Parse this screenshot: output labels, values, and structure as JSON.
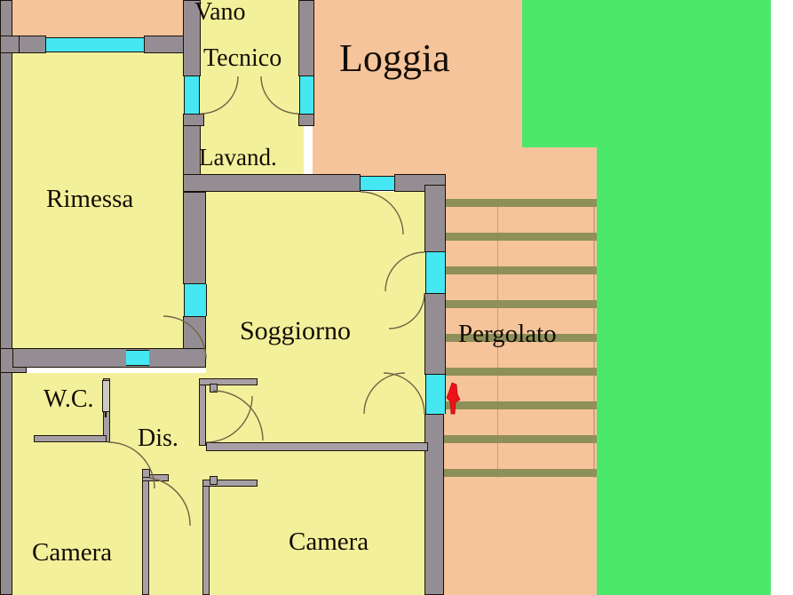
{
  "document": {
    "kind": "architectural-floor-plan",
    "language": "it"
  },
  "palette": {
    "interior_yellow": "#f3f09b",
    "terrace_orange": "#f6c49a",
    "garden_green": "#4ce86c",
    "wall_gray": "#948e94",
    "window_cyan": "#44e7f2",
    "pergola_slat": "#8e9059",
    "marker_red": "#ee1118",
    "outline_black": "#16100a"
  },
  "rooms": [
    {
      "id": "rimessa",
      "label": "Rimessa",
      "fill": "interior_yellow"
    },
    {
      "id": "vano-tecnico",
      "label": "Vano\nTecnico",
      "line1": "Vano",
      "line2": "Tecnico",
      "fill": "interior_yellow"
    },
    {
      "id": "lavanderia",
      "label": "Lavand.",
      "fill": "interior_yellow"
    },
    {
      "id": "loggia",
      "label": "Loggia",
      "fill": "terrace_orange"
    },
    {
      "id": "soggiorno",
      "label": "Soggiorno",
      "fill": "interior_yellow"
    },
    {
      "id": "pergolato",
      "label": "Pergolato",
      "fill": "terrace_orange"
    },
    {
      "id": "wc",
      "label": "W.C.",
      "fill": "interior_yellow"
    },
    {
      "id": "disimpegno",
      "label": "Dis.",
      "fill": "interior_yellow"
    },
    {
      "id": "camera-1",
      "label": "Camera",
      "fill": "interior_yellow"
    },
    {
      "id": "camera-2",
      "label": "Camera",
      "fill": "interior_yellow"
    }
  ],
  "labels": {
    "rimessa": "Rimessa",
    "vano": "Vano",
    "tecnico": "Tecnico",
    "lavand": "Lavand.",
    "loggia": "Loggia",
    "soggiorno": "Soggiorno",
    "pergolato": "Pergolato",
    "wc": "W.C.",
    "dis": "Dis.",
    "camera_left": "Camera",
    "camera_right": "Camera"
  },
  "annotations": {
    "entry_marker": "red-arrow-marker",
    "entry_marker_color": "#ee1118"
  },
  "legend_counts": {
    "windows": 9,
    "doors": 10,
    "pergola_slats": 9
  }
}
